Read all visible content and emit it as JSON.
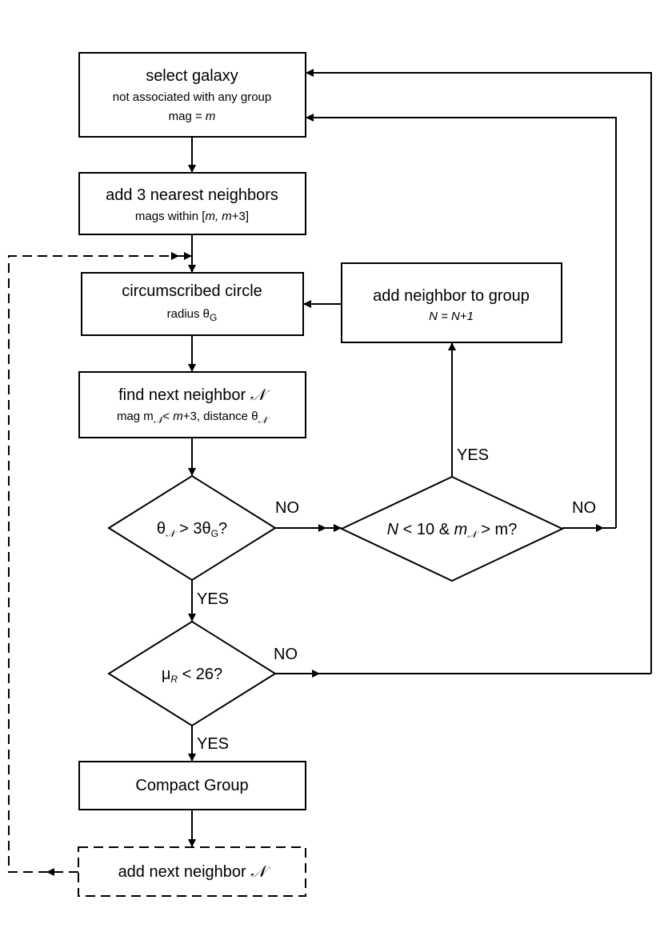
{
  "nodes": {
    "select": {
      "line1": "select galaxy",
      "line2": "not associated with any group",
      "line3_pre": "mag = ",
      "line3_var": "m"
    },
    "add3": {
      "line1": "add 3 nearest neighbors",
      "line2_pre": "mags within [",
      "line2_m1": "m",
      "line2_sep": ", ",
      "line2_m2": "m",
      "line2_post": "+3]"
    },
    "circle": {
      "line1": "circumscribed circle",
      "line2_pre": "radius θ",
      "line2_sub": "G"
    },
    "addneighbor": {
      "line1": "add neighbor to group",
      "line2": "N = N+1"
    },
    "findnext": {
      "line1_pre": "find next neighbor ",
      "line1_sym": "𝒩",
      "line2_mag": "mag m",
      "line2_sub1": "𝒩",
      "line2_mid": "< ",
      "line2_m": "m",
      "line2_rest": "+3, distance θ",
      "line2_sub2": "𝒩"
    },
    "decision1": {
      "theta": "θ",
      "sub1": "𝒩",
      "mid": " > 3θ",
      "sub2": "G",
      "post": "?"
    },
    "decision2": {
      "n": "N",
      "mid": " < 10 & ",
      "m": "m",
      "sub": "𝒩",
      "post": " > m?"
    },
    "decision3": {
      "mu": "μ",
      "sub": "R",
      "post": " < 26?"
    },
    "compact": {
      "label": "Compact Group"
    },
    "addnext": {
      "label": "add next neighbor ",
      "sym": "𝒩"
    }
  },
  "edge_labels": {
    "d1_no": "NO",
    "d1_yes": "YES",
    "d2_yes": "YES",
    "d2_no": "NO",
    "d3_no": "NO",
    "d3_yes": "YES"
  }
}
